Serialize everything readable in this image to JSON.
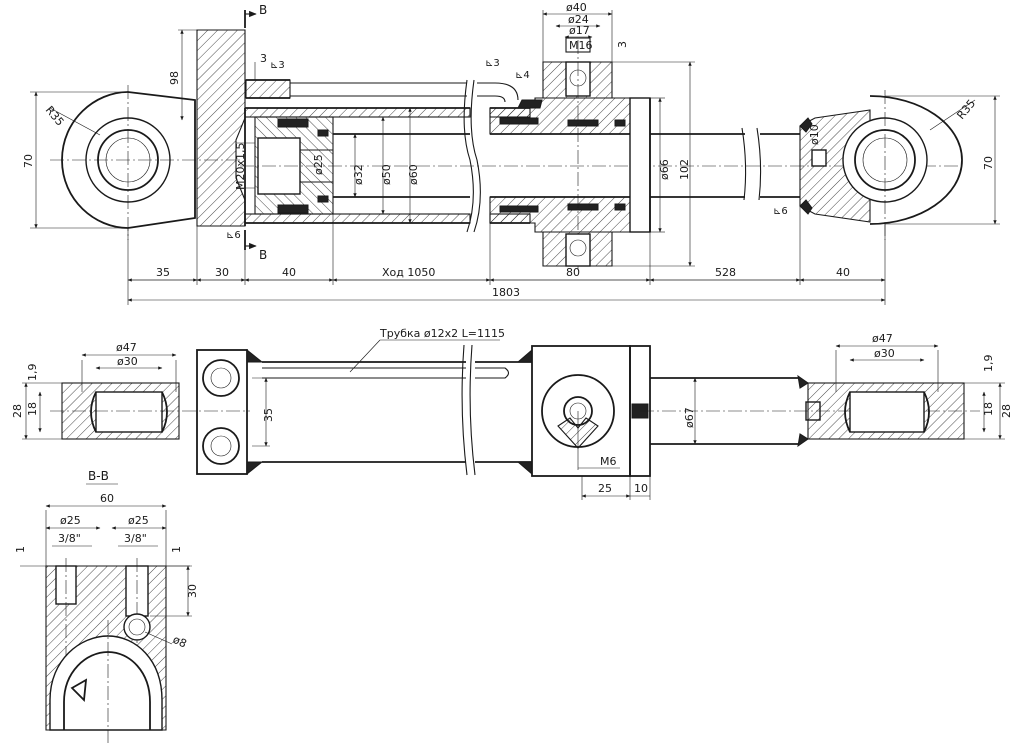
{
  "section_mark": "В",
  "section_title": "В-В",
  "tube_label": "Трубка ø12х2 L=1115",
  "top_view": {
    "dims": {
      "d40": "ø40",
      "d24": "ø24",
      "d17": "ø17",
      "m16": "М16",
      "three_right": "3",
      "three_left": "3",
      "h98": "98",
      "r35_left": "R35",
      "r35_right": "R35",
      "h70_left": "70",
      "h70_right": "70",
      "m20": "М20х1,5",
      "d25": "ø25",
      "d32": "ø32",
      "d50": "ø50",
      "d60": "ø60",
      "d66": "ø66",
      "h102": "102",
      "d10": "ø10",
      "l35": "35",
      "l30": "30",
      "l40a": "40",
      "stroke": "Ход 1050",
      "l80": "80",
      "l528": "528",
      "l40b": "40",
      "total": "1803"
    },
    "weld_marks": [
      "⊾3",
      "⊾3",
      "⊾4",
      "⊾6",
      "⊾6"
    ]
  },
  "middle_view": {
    "dims": {
      "d47_left": "ø47",
      "d30_left": "ø30",
      "h19_left": "1,9",
      "h28_left": "28",
      "h18_left": "18",
      "h35": "35",
      "d67": "ø67",
      "m6": "М6",
      "l25": "25",
      "l10": "10",
      "d47_right": "ø47",
      "d30_right": "ø30",
      "h19_right": "1,9",
      "h18_right": "18",
      "h28_right": "28"
    }
  },
  "section_view": {
    "dims": {
      "w60": "60",
      "d25_left": "ø25",
      "d25_right": "ø25",
      "g38_left": "3/8\"",
      "g38_right": "3/8\"",
      "one_left": "1",
      "one_right": "1",
      "h30": "30",
      "d8": "ø8"
    }
  }
}
